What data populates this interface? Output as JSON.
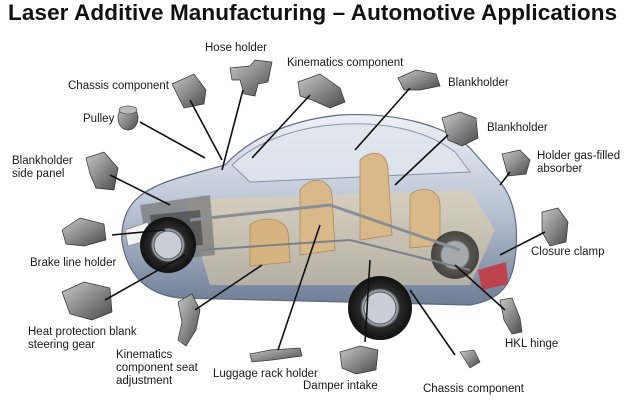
{
  "title": "Laser Additive Manufacturing – Automotive Applications",
  "labels": {
    "hose_holder": "Hose holder",
    "kinematics_component": "Kinematics component",
    "chassis_component_top": "Chassis component",
    "blankholder_top": "Blankholder",
    "pulley": "Pulley",
    "blankholder_right": "Blankholder",
    "blankholder_side_panel_line1": "Blankholder",
    "blankholder_side_panel_line2": "side panel",
    "holder_gas_line1": "Holder gas-filled",
    "holder_gas_line2": "absorber",
    "closure_clamp": "Closure clamp",
    "brake_line_holder": "Brake line holder",
    "heat_protection_line1": "Heat protection blank",
    "heat_protection_line2": "steering gear",
    "hkl_hinge": "HKL hinge",
    "kinematics_seat_line1": "Kinematics",
    "kinematics_seat_line2": "component seat",
    "kinematics_seat_line3": "adjustment",
    "luggage_rack_holder": "Luggage rack holder",
    "damper_intake": "Damper intake",
    "chassis_component_bottom": "Chassis component"
  }
}
